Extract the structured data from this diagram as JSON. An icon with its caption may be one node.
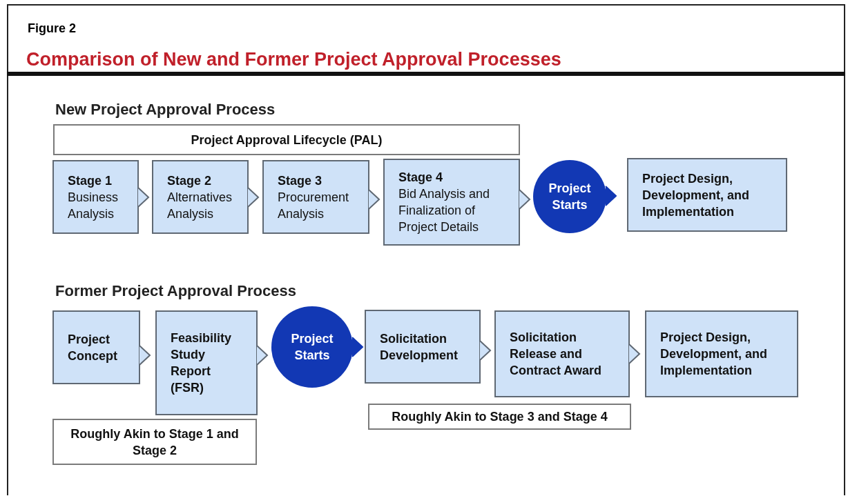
{
  "diagram": {
    "title": "Comparison of New and Former Project Approval Processes",
    "nodes": [
      {
        "text": [
          "Project Approval Lifecycle (PAL)"
        ]
      },
      {
        "text": [
          "Stage 1",
          "Business Analysis"
        ]
      },
      {
        "text": [
          "Stage 2",
          "Alternatives Analysis"
        ]
      },
      {
        "text": [
          "Stage 3",
          "Procurement Analysis"
        ]
      },
      {
        "text": [
          "Stage 4",
          "Bid Analysis and Finalization of Project Details"
        ]
      },
      {
        "text": [
          "Project Starts"
        ]
      },
      {
        "text": [
          "Project Design, Development, and Implementation"
        ]
      },
      {
        "text": [
          "Project Concept"
        ]
      },
      {
        "text": [
          "Feasibility Study Report (FSR)"
        ]
      },
      {
        "text": [
          "Project Starts"
        ]
      },
      {
        "text": [
          "Solicitation Development"
        ]
      },
      {
        "text": [
          "Solicitation Release and Contract Award"
        ]
      },
      {
        "text": [
          "Project Design, Development, and Implementation"
        ]
      },
      {
        "text": [
          "Roughly Akin to Stage 1 and Stage 2"
        ]
      },
      {
        "text": [
          "Roughly Akin to Stage 3 and Stage 4"
        ]
      }
    ],
    "edges": [
      {
        "from": 1,
        "to": 2,
        "arrow": "to"
      },
      {
        "from": 2,
        "to": 3,
        "arrow": "to"
      },
      {
        "from": 3,
        "to": 4,
        "arrow": "to"
      },
      {
        "from": 4,
        "to": 5,
        "arrow": "to"
      },
      {
        "from": 5,
        "to": 6,
        "arrow": "to",
        "color": "#1238b4"
      },
      {
        "from": 7,
        "to": 8,
        "arrow": "to"
      },
      {
        "from": 8,
        "to": 9,
        "arrow": "to"
      },
      {
        "from": 9,
        "to": 10,
        "arrow": "to",
        "color": "#1238b4"
      },
      {
        "from": 10,
        "to": 11,
        "arrow": "to"
      },
      {
        "from": 11,
        "to": 12,
        "arrow": "to"
      }
    ],
    "labels": [
      "Figure 2",
      "New Project Approval Process",
      "Former Project Approval Process"
    ]
  }
}
